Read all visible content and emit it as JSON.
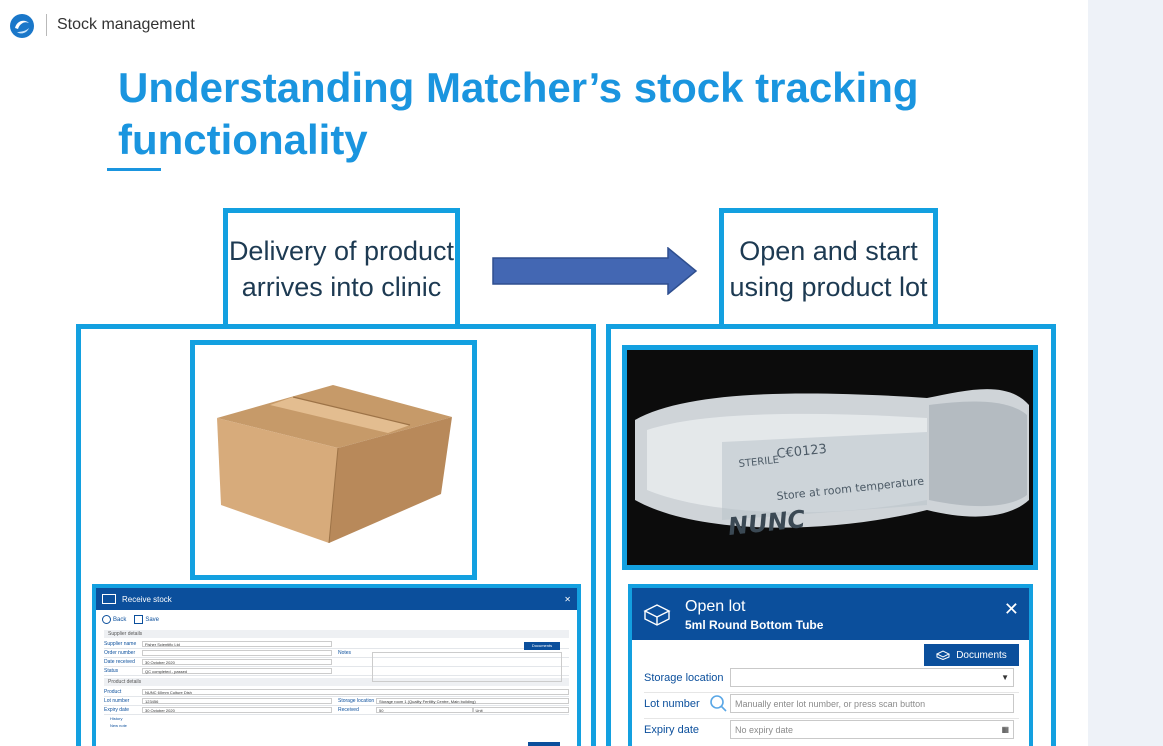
{
  "header": {
    "section": "Stock management"
  },
  "slide": {
    "title": "Understanding Matcher’s stock tracking functionality",
    "step_left": "Delivery of product arrives into clinic",
    "step_right": "Open and start using product lot"
  },
  "receive_stock": {
    "title": "Receive stock",
    "back_label": "Back",
    "save_label": "Save",
    "supplier_section": "Supplier details",
    "documents_label": "Documents",
    "notes_label": "Notes",
    "fields": {
      "supplier_name_label": "Supplier name",
      "supplier_name_value": "Fisher Scientific Ltd",
      "order_number_label": "Order number",
      "date_received_label": "Date received",
      "date_received_value": "30 October 2020",
      "status_label": "Status",
      "status_value": "QC completed - passed"
    },
    "product_section": "Product details",
    "product_fields": {
      "product_label": "Product",
      "product_value": "NUNC 60mm Culture Dish",
      "lot_number_label": "Lot number",
      "lot_number_value": "123456",
      "storage_location_label": "Storage location",
      "storage_location_value": "Storage room 1 (Quality Fertility Centre, Main building)",
      "expiry_date_label": "Expiry date",
      "expiry_date_value": "30 October 2020",
      "received_label": "Received",
      "received_qty": "50",
      "received_unit": "Unit"
    },
    "history_label": "History",
    "new_note_label": "New note"
  },
  "open_lot": {
    "title": "Open lot",
    "subtitle": "5ml Round Bottom Tube",
    "documents_label": "Documents",
    "storage_location_label": "Storage location",
    "storage_location_value": "",
    "lot_number_label": "Lot number",
    "lot_number_placeholder": "Manually enter lot number, or press scan button",
    "expiry_date_label": "Expiry date",
    "expiry_date_value": "No expiry date"
  },
  "box_label": "NUNC",
  "bag_text": "Store at room temperature",
  "bag_ce": "C€0123",
  "colors": {
    "accent": "#1a95df",
    "border": "#13a0e0",
    "window_header": "#0b4f9c",
    "arrow": "#4367b3"
  }
}
